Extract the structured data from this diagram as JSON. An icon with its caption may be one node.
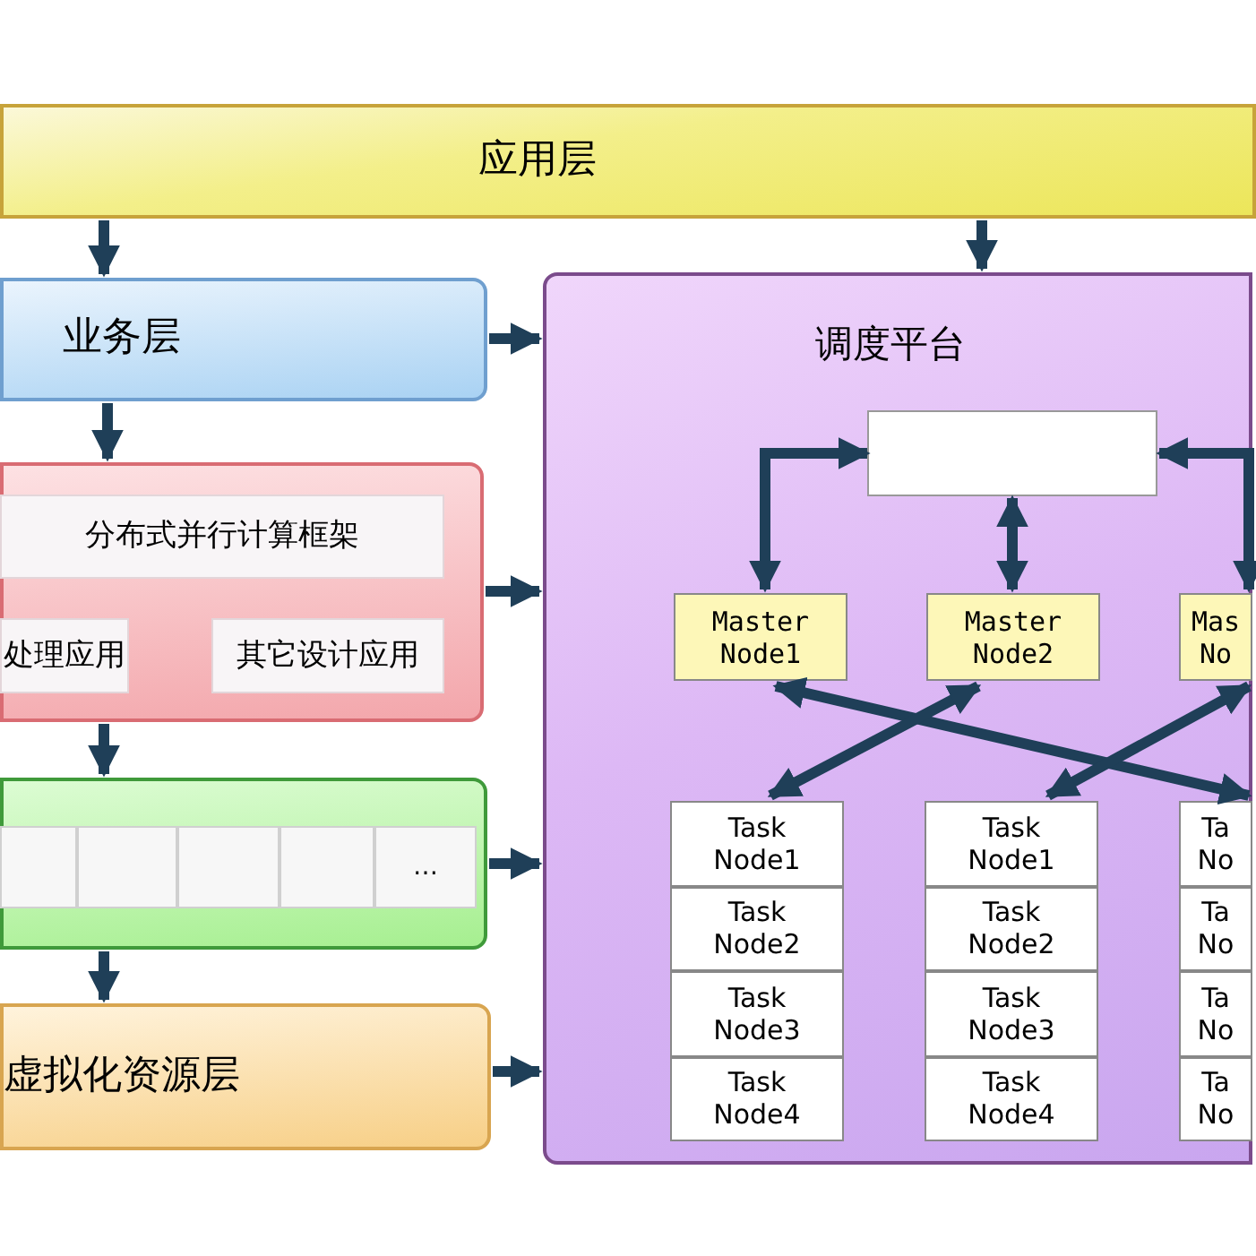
{
  "diagram": {
    "nodes": [
      {
        "text": [
          "应用层"
        ]
      },
      {
        "text": [
          "业务层"
        ]
      },
      {
        "text": [],
        "shape": "box"
      },
      {
        "text": [
          "分布式并行计算框架"
        ],
        "in": 2
      },
      {
        "text": [
          "处理应用"
        ],
        "in": 2
      },
      {
        "text": [
          "其它设计应用"
        ],
        "in": 2
      },
      {
        "text": [],
        "shape": "box"
      },
      {
        "text": [],
        "shape": "box",
        "in": 6
      },
      {
        "text": [],
        "shape": "box",
        "in": 6
      },
      {
        "text": [],
        "shape": "box",
        "in": 6
      },
      {
        "text": [],
        "shape": "box",
        "in": 6
      },
      {
        "text": [
          "…"
        ],
        "in": 6
      },
      {
        "text": [
          "虚拟化资源层"
        ]
      },
      {
        "text": [
          "调度平台"
        ]
      },
      {
        "text": [],
        "shape": "box",
        "in": 13
      },
      {
        "text": [
          "Master Node1"
        ],
        "in": 13
      },
      {
        "text": [
          "Master Node2"
        ],
        "in": 13
      },
      {
        "text": [
          "Mas No"
        ],
        "in": 13
      },
      {
        "text": [
          "Task Node1"
        ],
        "in": 13
      },
      {
        "text": [
          "Task Node2"
        ],
        "in": 13
      },
      {
        "text": [
          "Task Node3"
        ],
        "in": 13
      },
      {
        "text": [
          "Task Node4"
        ],
        "in": 13
      },
      {
        "text": [
          "Task Node1"
        ],
        "in": 13
      },
      {
        "text": [
          "Task Node2"
        ],
        "in": 13
      },
      {
        "text": [
          "Task Node3"
        ],
        "in": 13
      },
      {
        "text": [
          "Task Node4"
        ],
        "in": 13
      },
      {
        "text": [
          "Ta No"
        ],
        "in": 13
      },
      {
        "text": [
          "Ta No"
        ],
        "in": 13
      },
      {
        "text": [
          "Ta No"
        ],
        "in": 13
      },
      {
        "text": [
          "Ta No"
        ],
        "in": 13
      }
    ],
    "edges": [
      {
        "from": 0,
        "to": 1,
        "arrow": "to"
      },
      {
        "from": 0,
        "to": 13,
        "arrow": "to"
      },
      {
        "from": 1,
        "to": 2,
        "arrow": "to"
      },
      {
        "from": 2,
        "to": 6,
        "arrow": "to"
      },
      {
        "from": 6,
        "to": 12,
        "arrow": "to"
      },
      {
        "from": 1,
        "to": 13,
        "arrow": "to"
      },
      {
        "from": 2,
        "to": 13,
        "arrow": "to"
      },
      {
        "from": 6,
        "to": 13,
        "arrow": "to"
      },
      {
        "from": 12,
        "to": 13,
        "arrow": "to"
      },
      {
        "from": 14,
        "to": 15,
        "arrow": "both"
      },
      {
        "from": 14,
        "to": 16,
        "arrow": "both"
      },
      {
        "from": 14,
        "to": 17,
        "arrow": "both"
      },
      {
        "from": 15,
        "to": 26,
        "arrow": "both"
      },
      {
        "from": 16,
        "to": 18,
        "arrow": "both"
      },
      {
        "from": 17,
        "to": 22,
        "arrow": "both"
      }
    ]
  }
}
